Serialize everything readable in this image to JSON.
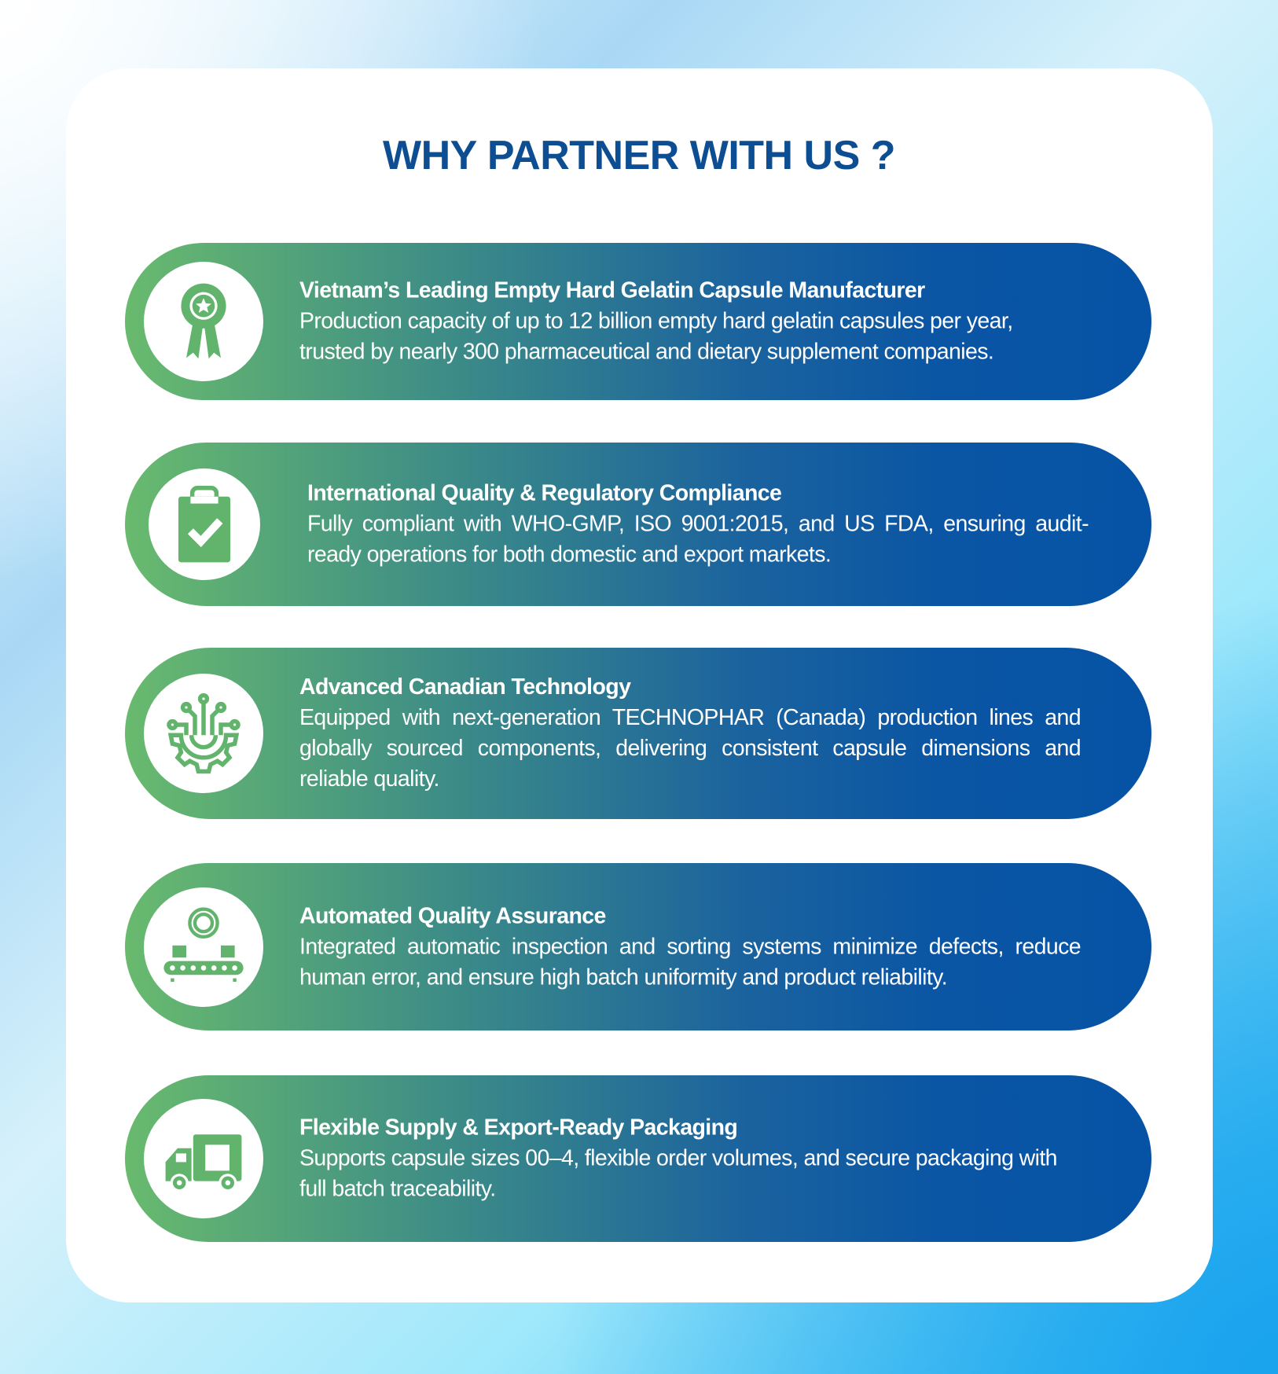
{
  "title": "WHY PARTNER WITH US ?",
  "colors": {
    "title": "#0d4e92",
    "green": "#69ba6e",
    "blue": "#0653a6"
  },
  "cards": [
    {
      "icon": "award-ribbon-icon",
      "heading": "Vietnam’s Leading Empty Hard Gelatin Capsule Manufacturer",
      "body": "Production capacity of up to 12 billion empty hard gelatin capsules per year, trusted by nearly 300 pharmaceutical and dietary supplement companies."
    },
    {
      "icon": "clipboard-check-icon",
      "heading": "International Quality & Regulatory Compliance",
      "body": "Fully compliant with WHO-GMP, ISO 9001:2015, and US FDA, ensuring audit-ready operations for both domestic and export markets."
    },
    {
      "icon": "gear-circuit-icon",
      "heading": "Advanced Canadian Technology",
      "body": "Equipped with next-generation TECHNOPHAR (Canada) production lines and globally sourced components, delivering consistent capsule dimensions and reliable quality."
    },
    {
      "icon": "conveyor-belt-icon",
      "heading": "Automated Quality Assurance",
      "body": "Integrated automatic inspection and sorting systems minimize defects, reduce human error, and ensure high batch uniformity and product reliability."
    },
    {
      "icon": "delivery-truck-icon",
      "heading": "Flexible Supply & Export-Ready Packaging",
      "body": "Supports capsule sizes 00–4, flexible order volumes, and secure packaging with full batch traceability."
    }
  ]
}
